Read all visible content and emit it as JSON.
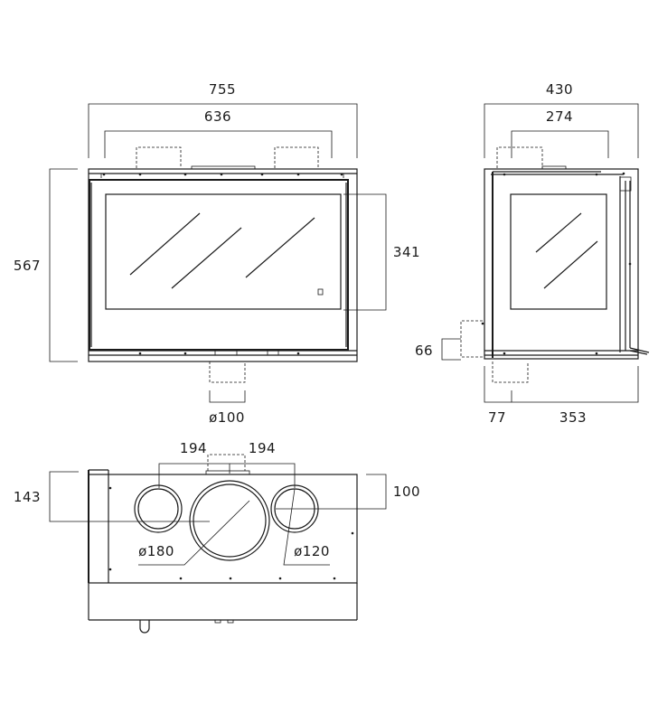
{
  "front_view": {
    "width_outer": "755",
    "width_inner": "636",
    "height": "567",
    "glass_height": "341",
    "flue_diameter": "ø100"
  },
  "side_view": {
    "depth_outer": "430",
    "depth_inner": "274",
    "base_offset": "66",
    "rear_offset": "77",
    "front_depth": "353"
  },
  "top_view": {
    "spacing_left": "194",
    "spacing_right": "194",
    "rear_offset": "143",
    "front_offset": "100",
    "center_diameter": "ø180",
    "side_diameter": "ø120"
  }
}
